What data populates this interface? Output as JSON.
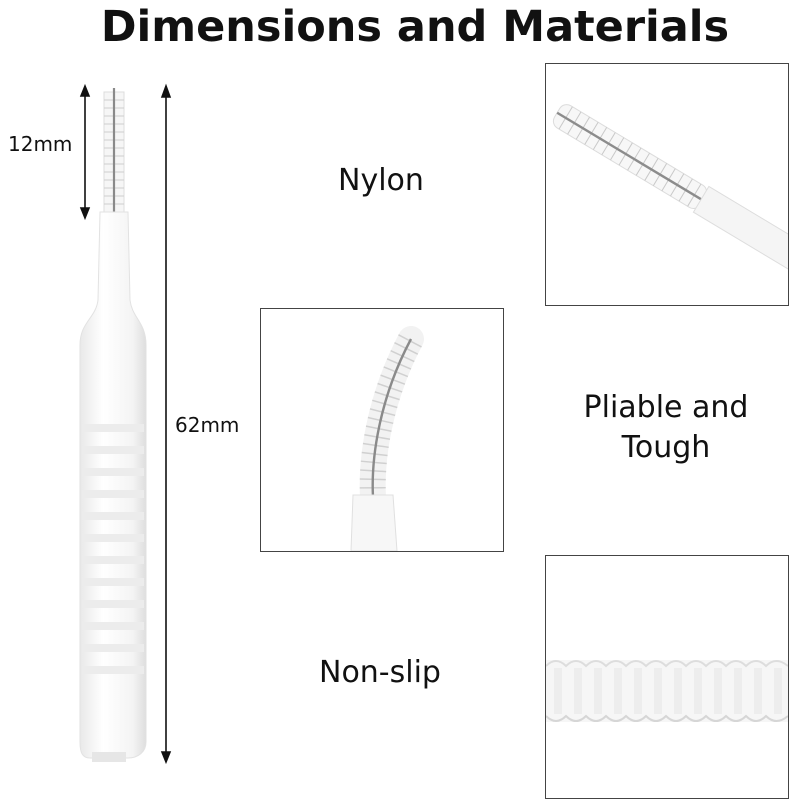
{
  "title": "Dimensions and Materials",
  "dimensions": {
    "tip_length": "12mm",
    "total_length": "62mm"
  },
  "features": {
    "nylon": "Nylon",
    "pliable_line1": "Pliable and",
    "pliable_line2": "Tough",
    "nonslip": "Non-slip"
  },
  "icons": {
    "arrow_up": "arrow-up-icon",
    "arrow_down": "arrow-down-icon"
  }
}
